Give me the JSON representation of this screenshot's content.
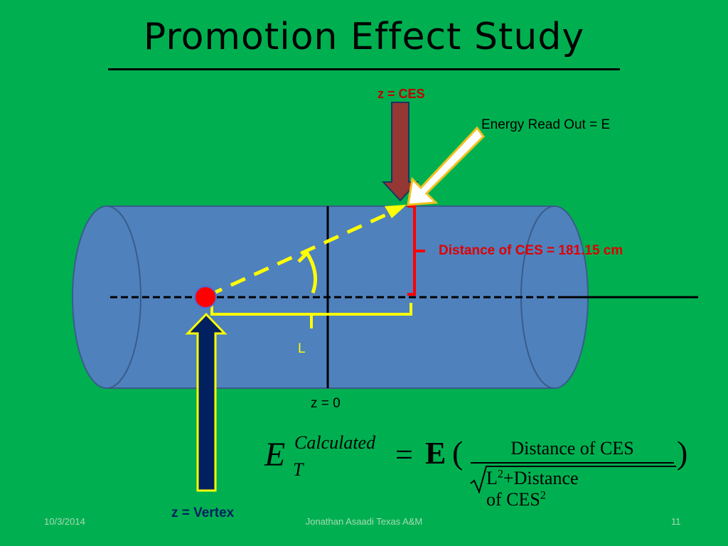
{
  "slide": {
    "title": "Promotion Effect Study"
  },
  "labels": {
    "z_ces": "z = CES",
    "energy_readout": "Energy Read Out  = E",
    "distance": "Distance of CES = 181.15 cm",
    "length": "L",
    "z_zero": "z = 0",
    "z_vertex": "z = Vertex"
  },
  "formula": {
    "symbol": "E",
    "superscript": "Calculated",
    "subscript": "T",
    "equals": "=",
    "energy": "E",
    "open_paren": "(",
    "close_paren": ")",
    "numerator": "Distance of CES",
    "denominator_base": "L",
    "denominator_power": "2",
    "denominator_plus": "+",
    "denominator_term": "Distance of CES",
    "denominator_term_power": "2"
  },
  "footer": {
    "date": "10/3/2014",
    "author": "Jonathan Asaadi Texas A&M",
    "page": "11"
  },
  "colors": {
    "background": "#00b050",
    "cylinder": "#4f81bd",
    "ces_arrow": "#953735",
    "vertex_arrow": "#002060",
    "highlight": "#ffff00",
    "distance": "#e00000"
  }
}
